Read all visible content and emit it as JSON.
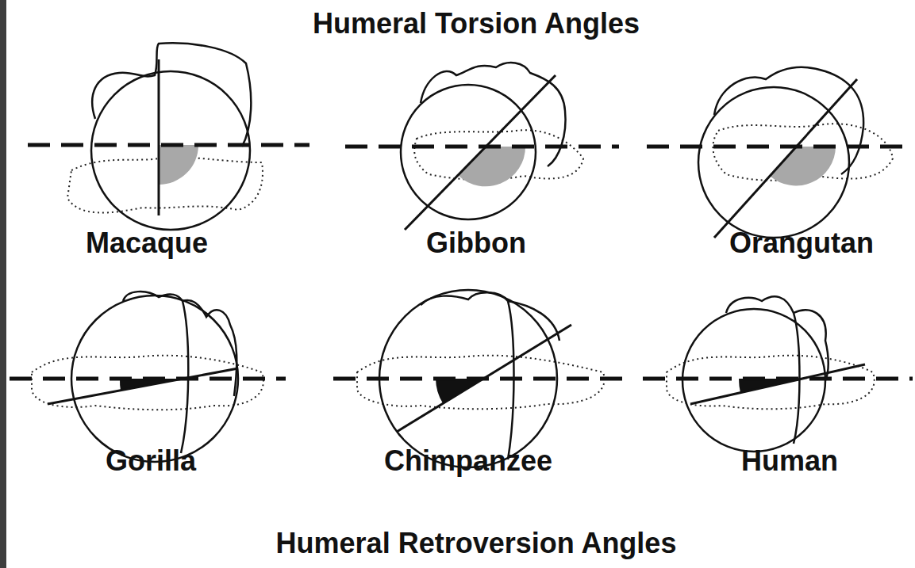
{
  "diagram": {
    "title": "Humeral Torsion Angles",
    "caption": "Humeral Retroversion Angles",
    "labels": [
      "Macaque",
      "Gibbon",
      "Orangutan",
      "Gorilla",
      "Chimpanzee",
      "Human"
    ]
  }
}
